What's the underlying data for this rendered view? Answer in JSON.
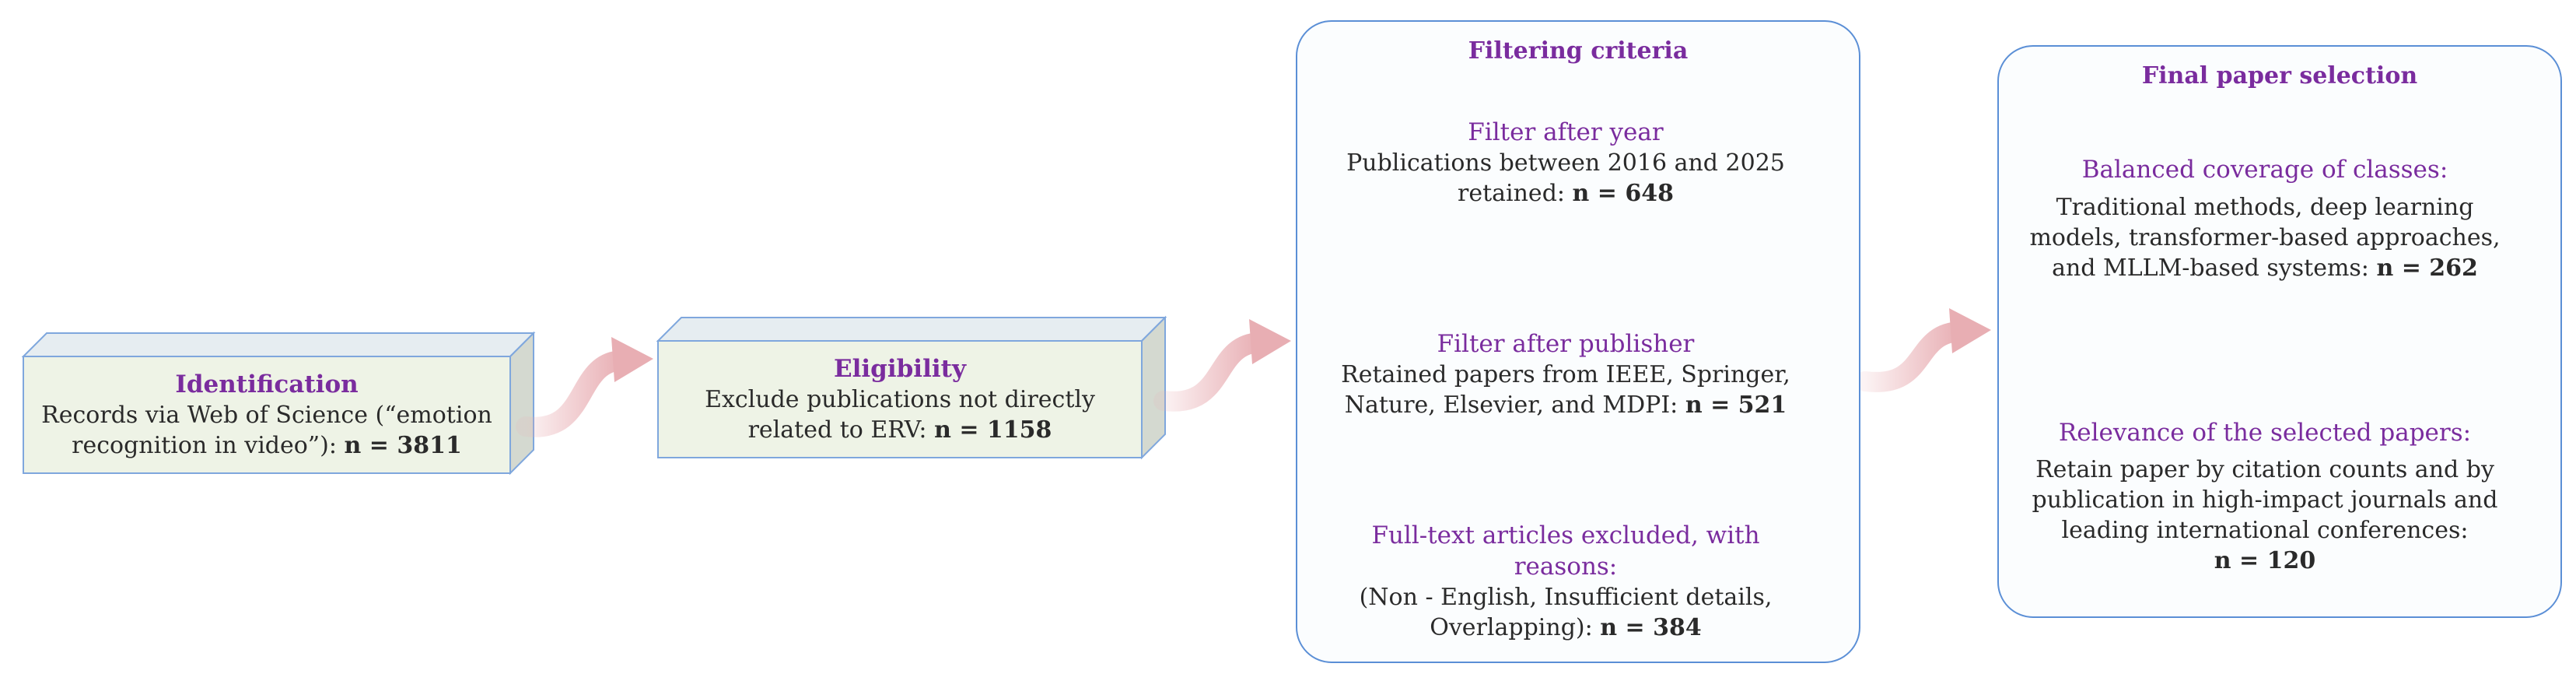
{
  "colors": {
    "box_front": "#eef3e6",
    "box_side": "#d4d9d0",
    "box_top": "#e6edf1",
    "box_border": "#7fa7dd",
    "title_purple": "#7a2c9e",
    "group_border": "#5b8fd6",
    "arrow_pink": "#e8aeb3",
    "arrow_blue": "#4b8fe0"
  },
  "identification": {
    "title": "Identification",
    "line1": "Records via Web of Science (“emotion",
    "line2_text": "recognition in video”): ",
    "count": "n = 3811"
  },
  "eligibility": {
    "title": "Eligibility",
    "line1": "Exclude publications  not directly",
    "line2_text": "related to ERV: ",
    "count": "n = 1158"
  },
  "filtering": {
    "group_title": "Filtering criteria",
    "year": {
      "title": "Filter after year",
      "line1": "Publications between 2016 and 2025",
      "line2_text": "retained: ",
      "count": "n = 648"
    },
    "publisher": {
      "title": "Filter after publisher",
      "line1": "Retained papers from IEEE, Springer,",
      "line2_text": "Nature, Elsevier, and MDPI: ",
      "count": "n = 521"
    },
    "fulltext": {
      "title": "Full-text articles excluded, with reasons:",
      "line1": "(Non - English, Insufficient details,",
      "line2_text": "Overlapping): ",
      "count": "n = 384"
    }
  },
  "final": {
    "group_title": "Final paper selection",
    "balanced": {
      "title": "Balanced coverage of classes:",
      "line1": "Traditional methods, deep learning",
      "line2": "models, transformer-based approaches,",
      "line3_text": "and MLLM-based systems: ",
      "count": "n = 262"
    },
    "relevance": {
      "title": "Relevance of the selected papers:",
      "line1": "Retain paper by citation counts and by",
      "line2": "publication in high-impact journals and",
      "line3": "leading international conferences:",
      "count": "n = 120"
    }
  }
}
